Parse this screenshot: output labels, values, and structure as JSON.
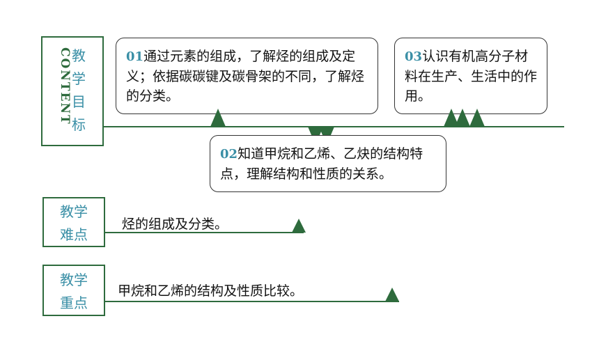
{
  "objectives": {
    "content_label": "CONTENT",
    "label_chars": [
      "教",
      "学",
      "目",
      "标"
    ],
    "item1": {
      "num": "01",
      "text": "通过元素的组成，了解烃的组成及定义；依据碳碳键及碳骨架的不同，了解烃的分类。"
    },
    "item2": {
      "num": "02",
      "text": "知道甲烷和乙烯、乙炔的结构特点，理解结构和性质的关系。"
    },
    "item3": {
      "num": "03",
      "text": "认识有机高分子材料在生产、生活中的作用。"
    }
  },
  "difficulty": {
    "label_line1": "教学",
    "label_line2": "难点",
    "text": "烃的组成及分类。"
  },
  "keypoint": {
    "label_line1": "教学",
    "label_line2": "重点",
    "text": "甲烷和乙烯的结构及性质比较。"
  },
  "colors": {
    "accent": "#2e6b3d",
    "number": "#3a8fa6"
  }
}
